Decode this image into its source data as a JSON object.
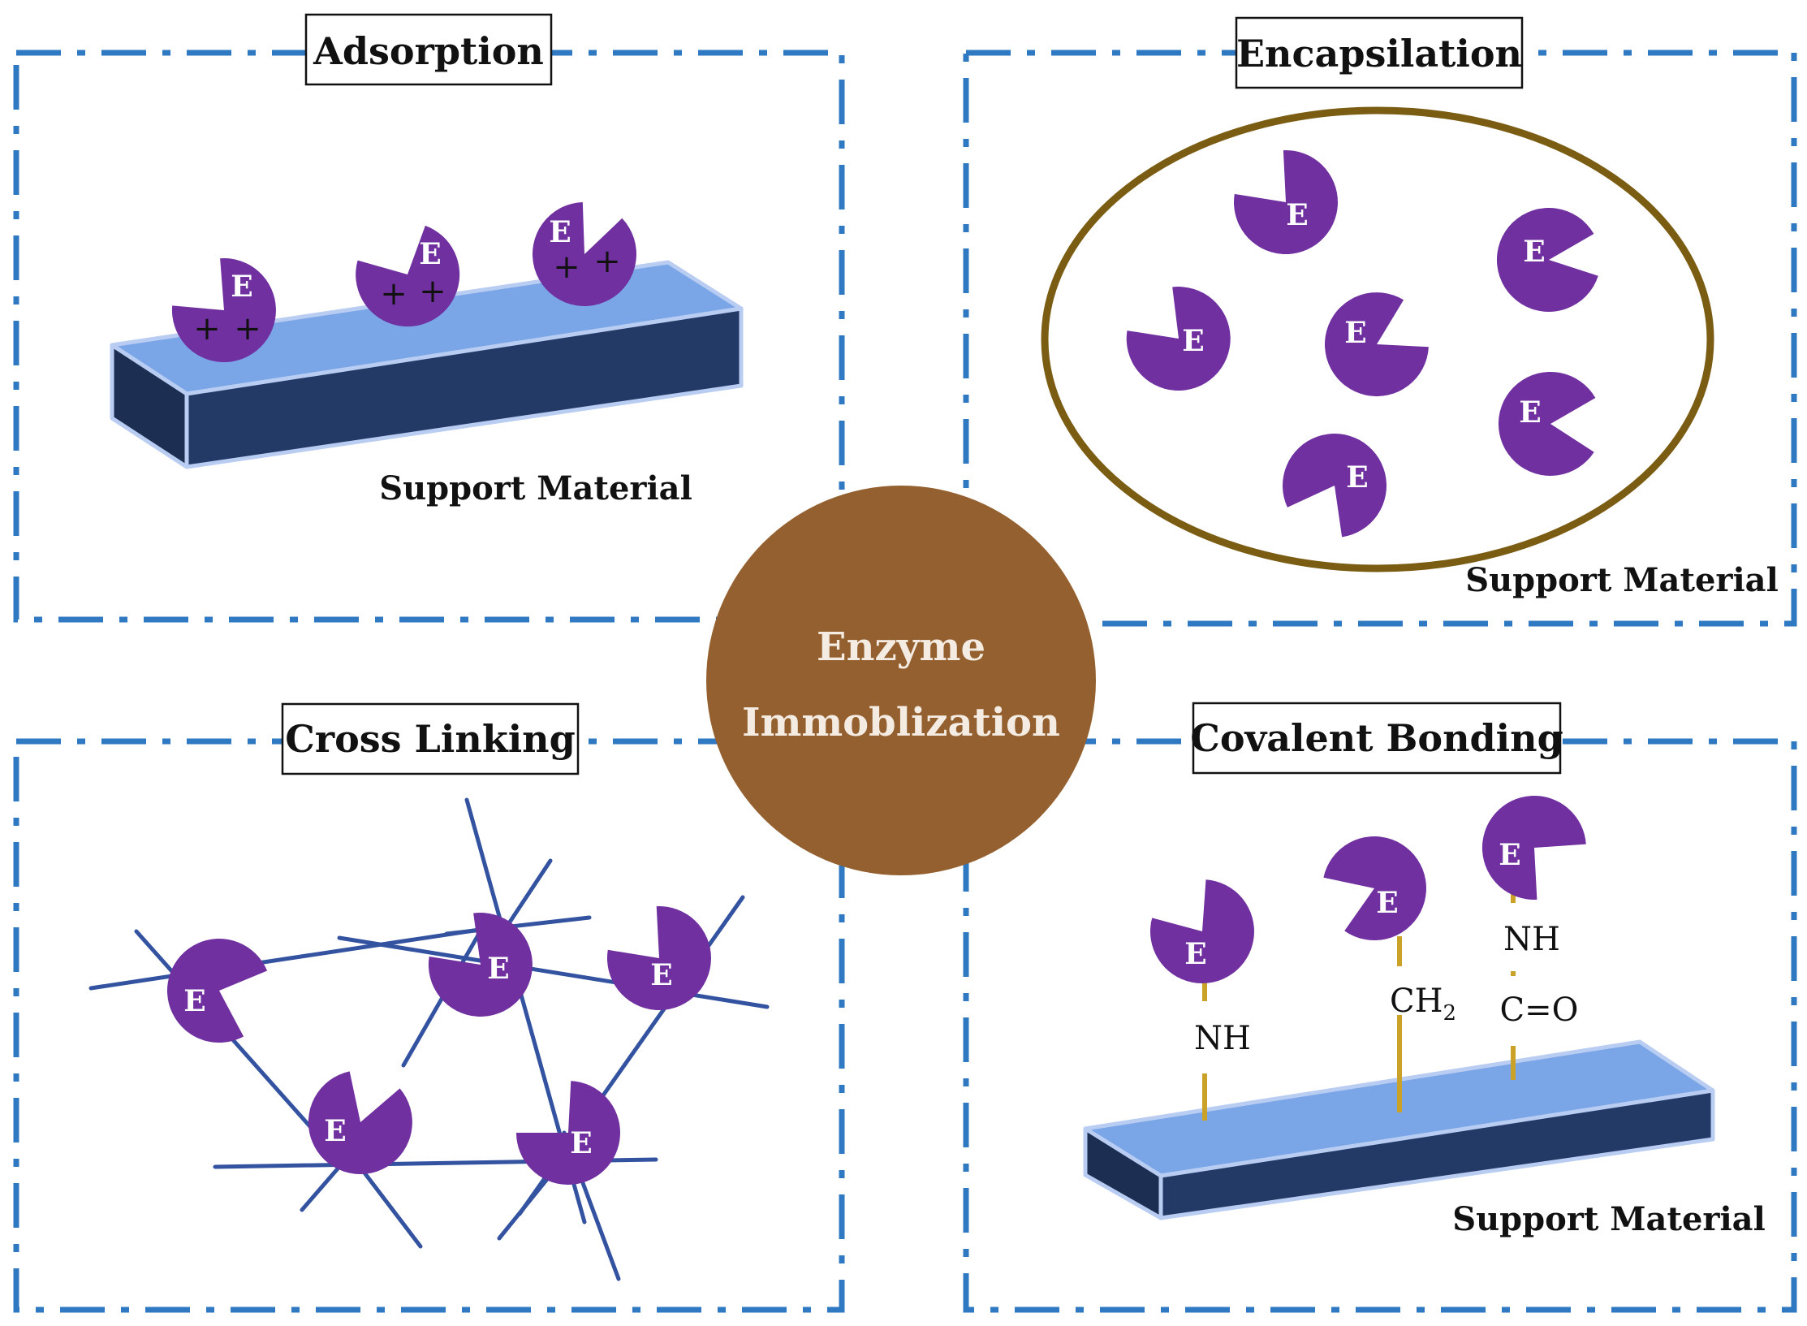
{
  "center": {
    "line1": "Enzyme",
    "line2": "Immoblization",
    "color": "#94602f"
  },
  "enzyme_label": "E",
  "charge_symbol": "+",
  "colors": {
    "enzyme": "#7030a0",
    "panel_border": "#2f78c2",
    "support_top": "#7aa6e8",
    "support_front": "#243a66",
    "support_side": "#1c2f52",
    "capsule": "#7a5c12",
    "linker": "#c9a227",
    "network": "#3352a0"
  },
  "panels": {
    "adsorption": {
      "title": "Adsorption",
      "support_label": "Support Material"
    },
    "encapsulation": {
      "title": "Encapsilation",
      "support_label": "Support Material"
    },
    "cross_linking": {
      "title": "Cross Linking"
    },
    "covalent": {
      "title": "Covalent Bonding",
      "support_label": "Support Material",
      "linker1": "NH",
      "linker2_main": "CH",
      "linker2_sub": "2",
      "linker3_top": "NH",
      "linker3_bottom": "C=O"
    }
  }
}
